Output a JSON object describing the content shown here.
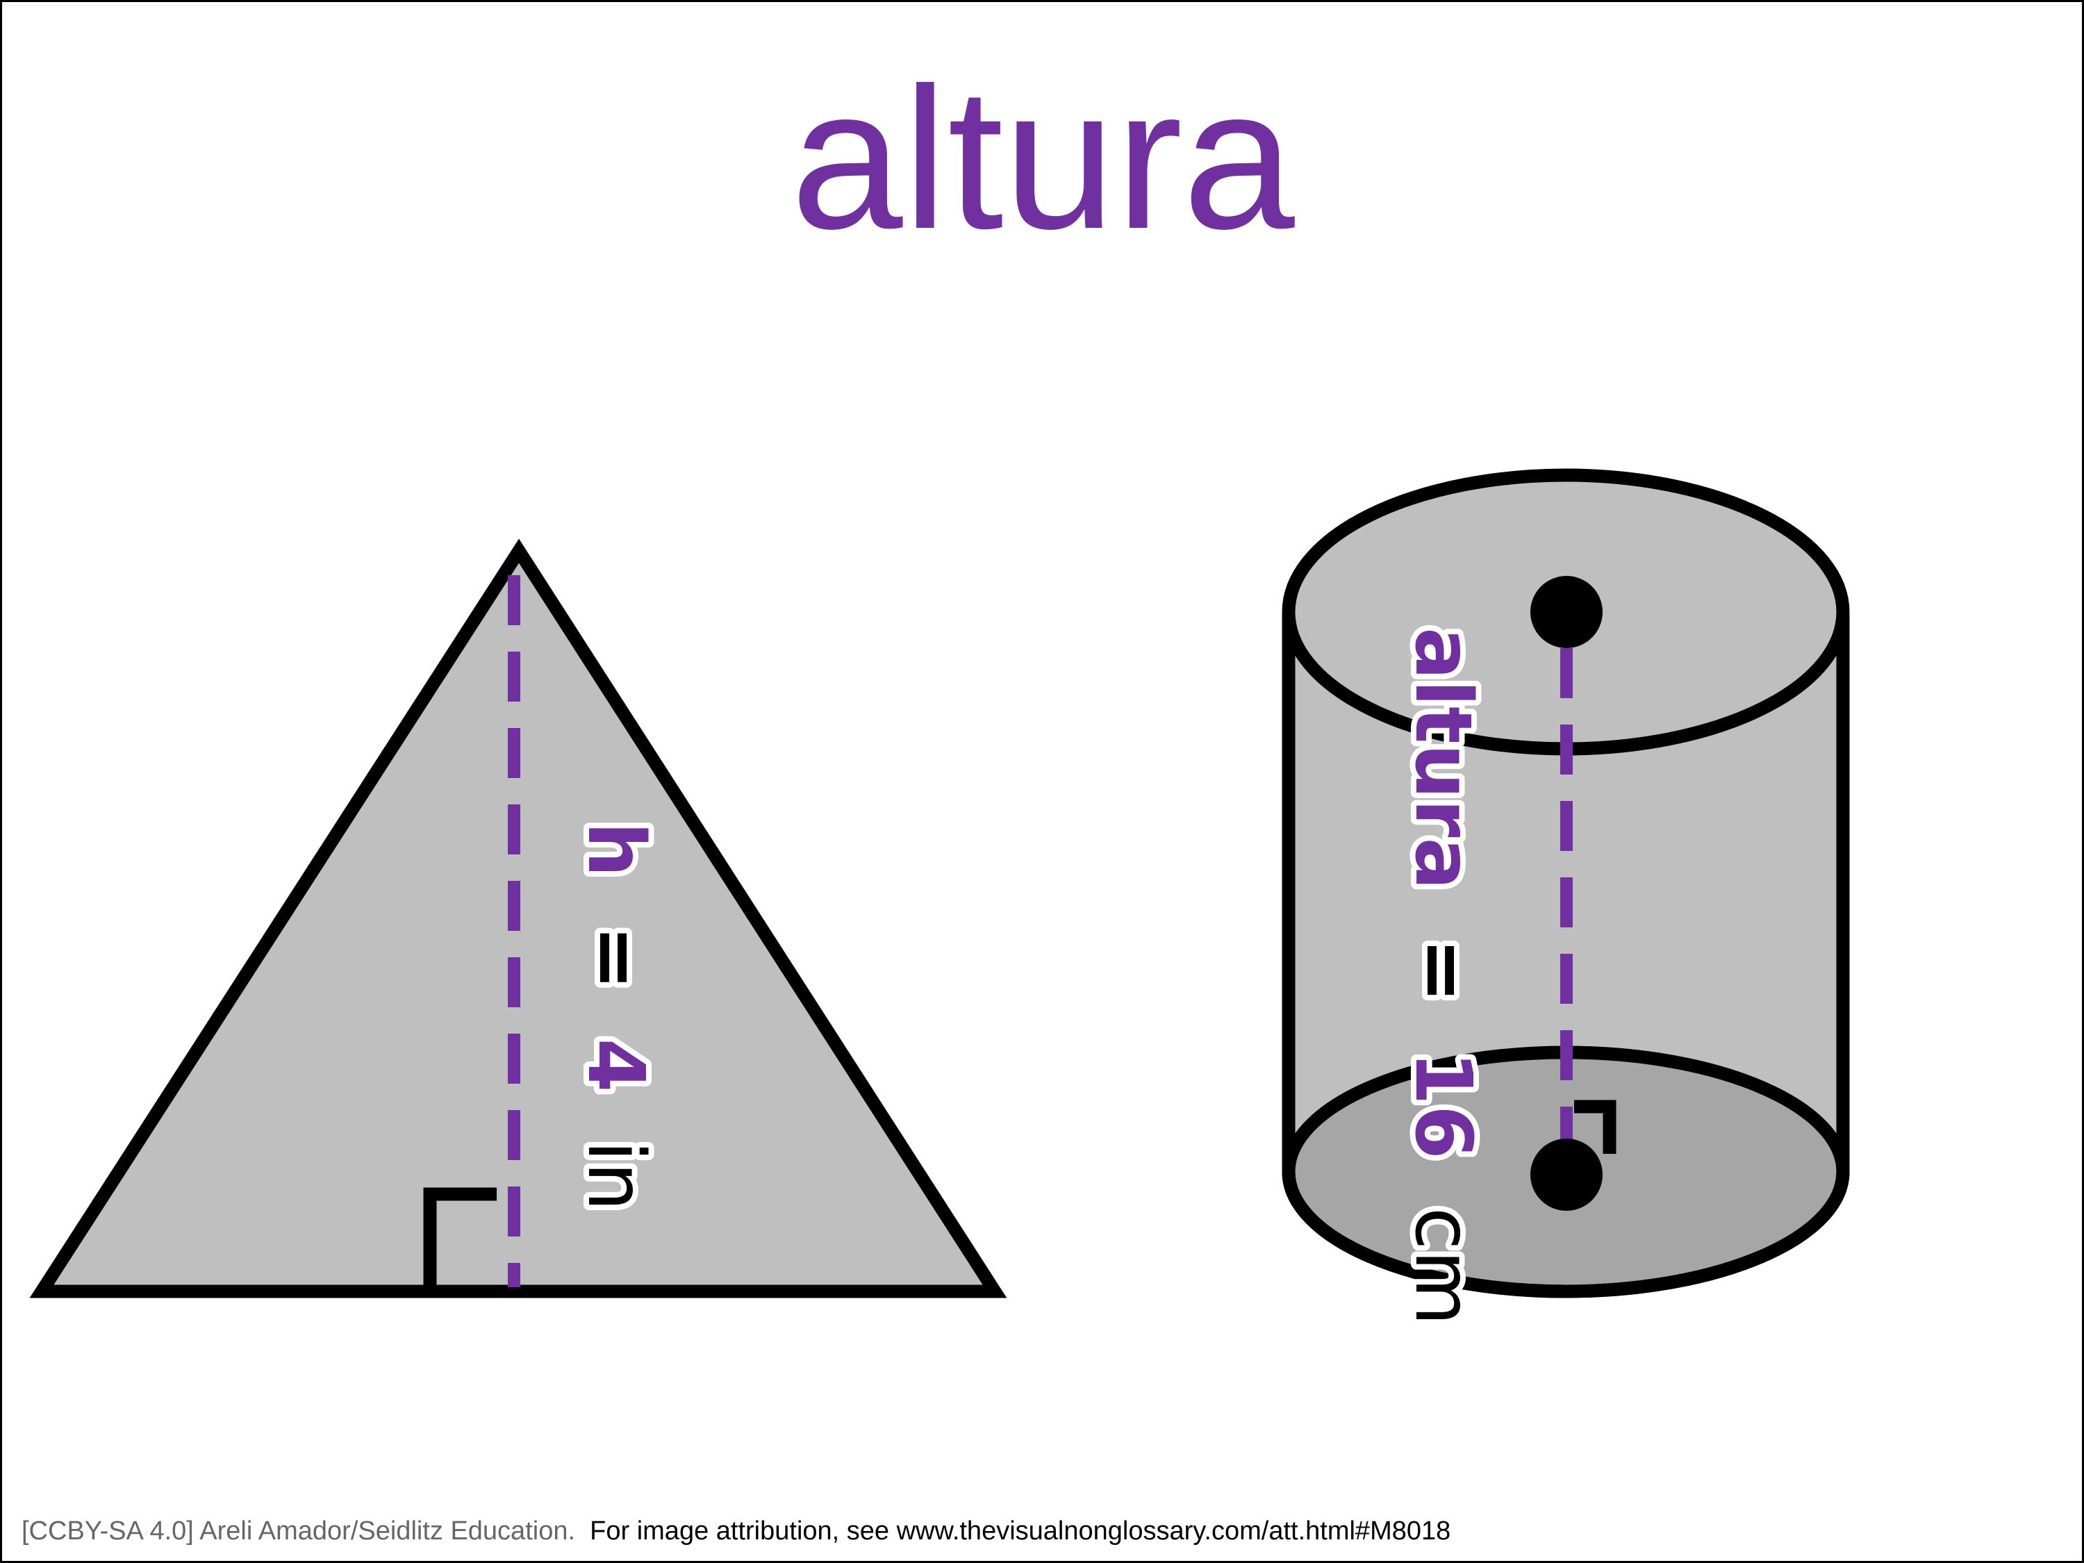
{
  "title": "altura",
  "triangle": {
    "label_var": "h",
    "label_eq": "=",
    "label_value": "4",
    "label_unit": "in"
  },
  "cylinder": {
    "label_var": "altura",
    "label_eq": "=",
    "label_value": "16",
    "label_unit": "cm"
  },
  "footer": {
    "license": "[CCBY-SA 4.0] Areli Amador/Seidlitz Education.",
    "attribution": "For image attribution, see www.thevisualnonglossary.com/att.html#M8018"
  },
  "colors": {
    "accent": "#7030A0",
    "shape_fill": "#BFBFBF",
    "base_fill": "#A6A6A6"
  }
}
